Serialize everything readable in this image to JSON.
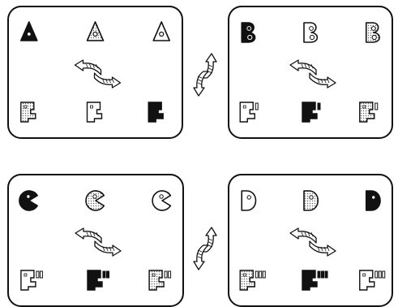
{
  "panels": [
    {
      "id": "panel-a",
      "top": [
        "triangle-black-icon",
        "triangle-dotted-icon",
        "triangle-outline-icon"
      ],
      "bottom": [
        {
          "fill": "dotted",
          "bars": 0
        },
        {
          "fill": "outline",
          "bars": 0
        },
        {
          "fill": "black",
          "bars": 0
        }
      ]
    },
    {
      "id": "panel-b",
      "top": [
        "letter-b-black-icon",
        "letter-b-outline-icon",
        "letter-b-dotted-icon"
      ],
      "bottom": [
        {
          "fill": "outline",
          "bars": 1
        },
        {
          "fill": "black",
          "bars": 1
        },
        {
          "fill": "dotted",
          "bars": 1
        }
      ]
    },
    {
      "id": "panel-c",
      "top": [
        "pacman-black-icon",
        "pacman-dotted-icon",
        "pacman-outline-icon"
      ],
      "bottom": [
        {
          "fill": "outline",
          "bars": 2
        },
        {
          "fill": "black",
          "bars": 2
        },
        {
          "fill": "dotted",
          "bars": 2
        }
      ]
    },
    {
      "id": "panel-d",
      "top": [
        "letter-d-outline-icon",
        "letter-d-dotted-icon",
        "letter-d-black-icon"
      ],
      "bottom": [
        {
          "fill": "dotted",
          "bars": 3
        },
        {
          "fill": "black",
          "bars": 3
        },
        {
          "fill": "outline",
          "bars": 3
        }
      ]
    }
  ],
  "connectors": [
    "vertical-swap-arrow-icon",
    "vertical-swap-arrow-icon"
  ],
  "colors": {
    "ink": "#111111",
    "paper": "#ffffff",
    "dot": "#666666"
  }
}
